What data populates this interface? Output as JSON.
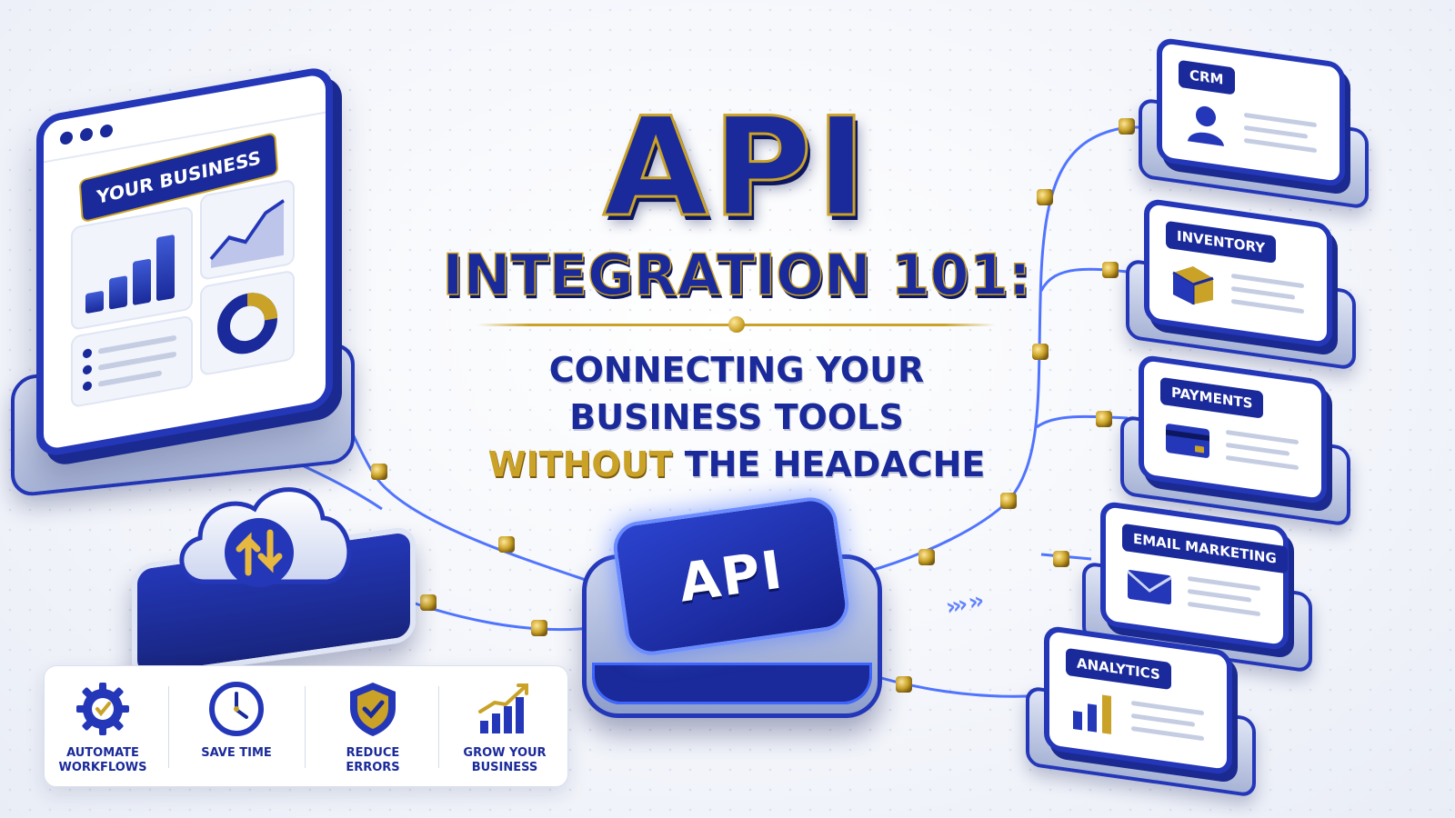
{
  "colors": {
    "navy": "#1a2a9a",
    "deep_navy": "#0d1760",
    "gold": "#c9a227",
    "glow_blue": "#3e66ff",
    "background": "#f4f6fb"
  },
  "title": {
    "line1": "API",
    "line2": "INTEGRATION 101:",
    "subtitle_line1": "CONNECTING YOUR",
    "subtitle_line2": "BUSINESS TOOLS",
    "subtitle_line3_gold": "WITHOUT",
    "subtitle_line3_rest": " THE HEADACHE"
  },
  "business_screen": {
    "label": "YOUR BUSINESS"
  },
  "hub": {
    "label": "API"
  },
  "cloud": {
    "icon": "cloud-sync-icon"
  },
  "tools": [
    {
      "label": "CRM",
      "icon": "user-icon"
    },
    {
      "label": "INVENTORY",
      "icon": "box-icon"
    },
    {
      "label": "PAYMENTS",
      "icon": "credit-card-icon"
    },
    {
      "label": "EMAIL MARKETING",
      "icon": "envelope-icon"
    },
    {
      "label": "ANALYTICS",
      "icon": "bar-chart-icon"
    }
  ],
  "benefits": [
    {
      "label": "AUTOMATE\nWORKFLOWS",
      "icon": "gear-check-icon"
    },
    {
      "label": "SAVE TIME",
      "icon": "clock-icon"
    },
    {
      "label": "REDUCE\nERRORS",
      "icon": "shield-check-icon"
    },
    {
      "label": "GROW YOUR\nBUSINESS",
      "icon": "growth-chart-icon"
    }
  ]
}
